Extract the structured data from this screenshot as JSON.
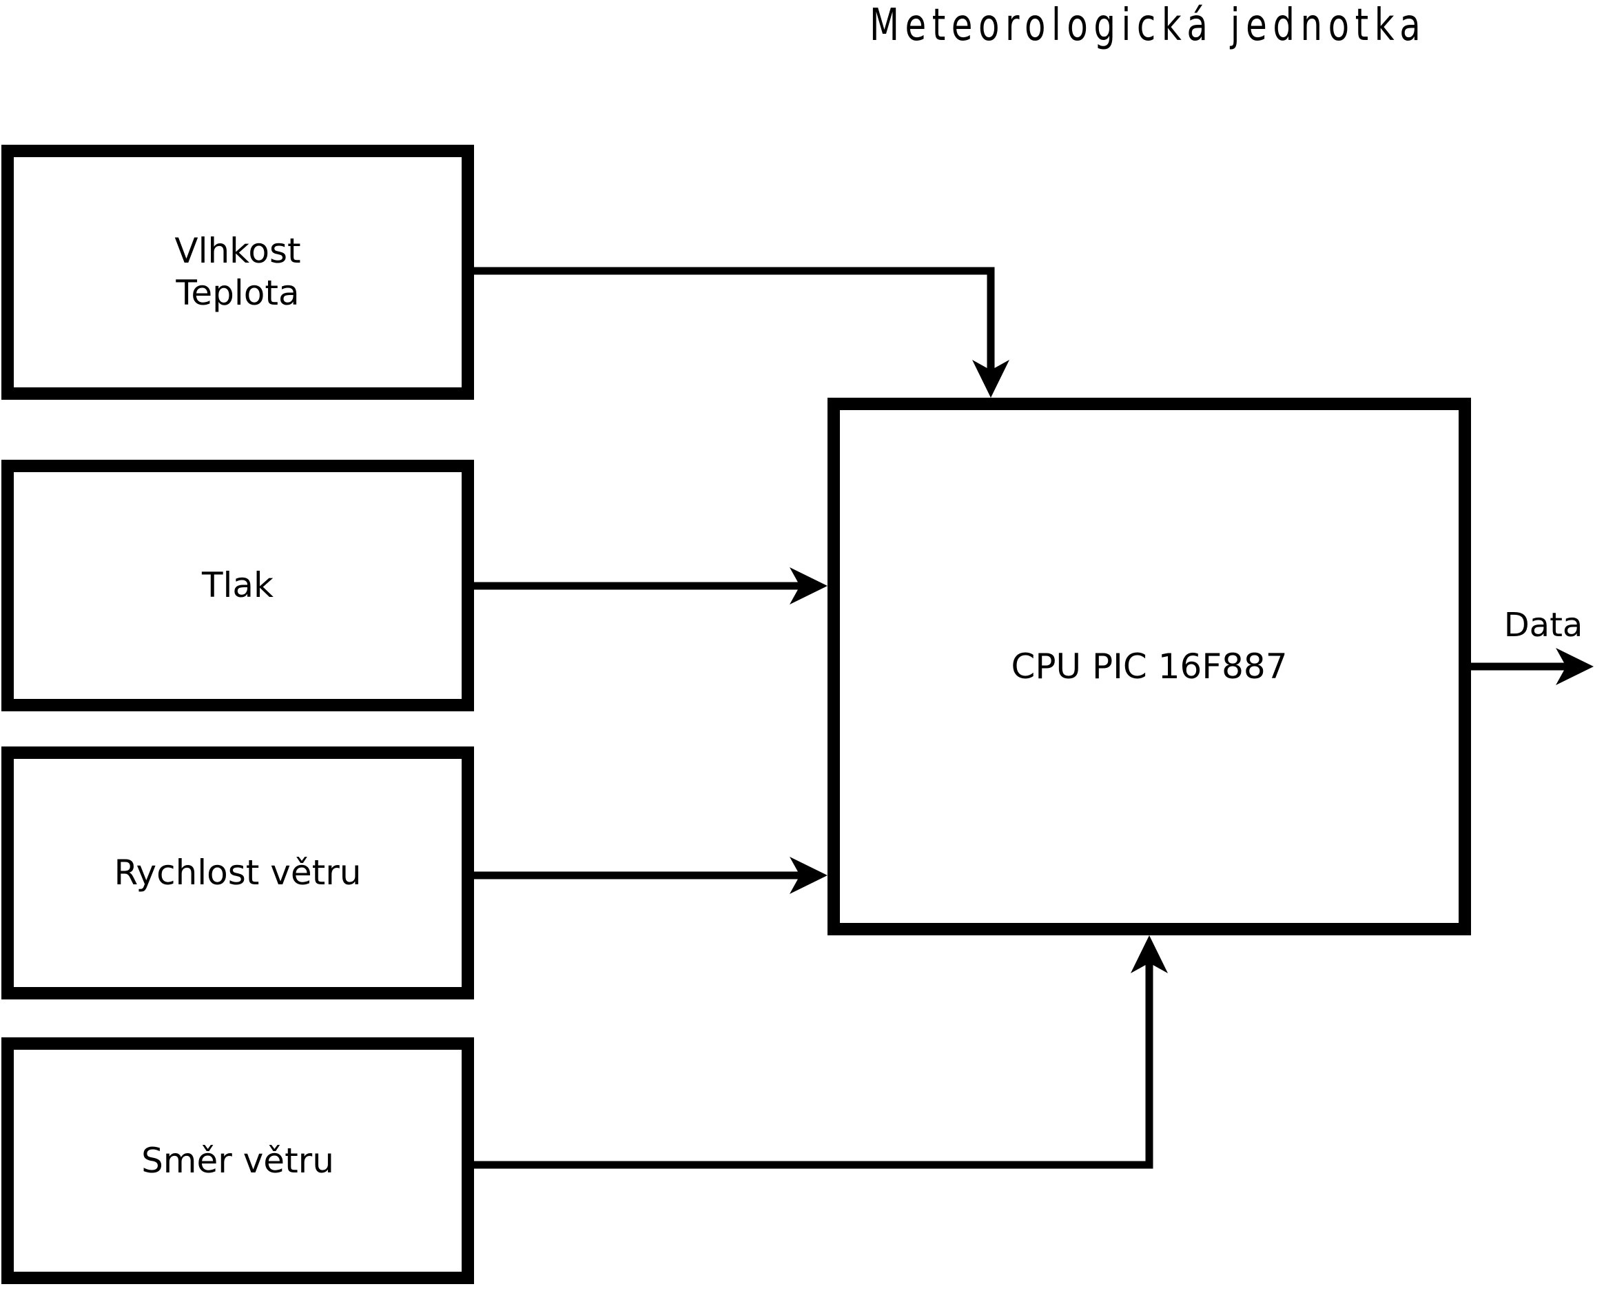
{
  "page": {
    "background": "#ffffff",
    "line_color": "#000000"
  },
  "title": "Meteorologická jednotka",
  "sensors": [
    {
      "label": "Vlhkost\nTeplota"
    },
    {
      "label": "Tlak"
    },
    {
      "label": "Rychlost větru"
    },
    {
      "label": "Směr větru"
    }
  ],
  "cpu": {
    "label": "CPU PIC 16F887"
  },
  "output": {
    "label": "Data"
  }
}
